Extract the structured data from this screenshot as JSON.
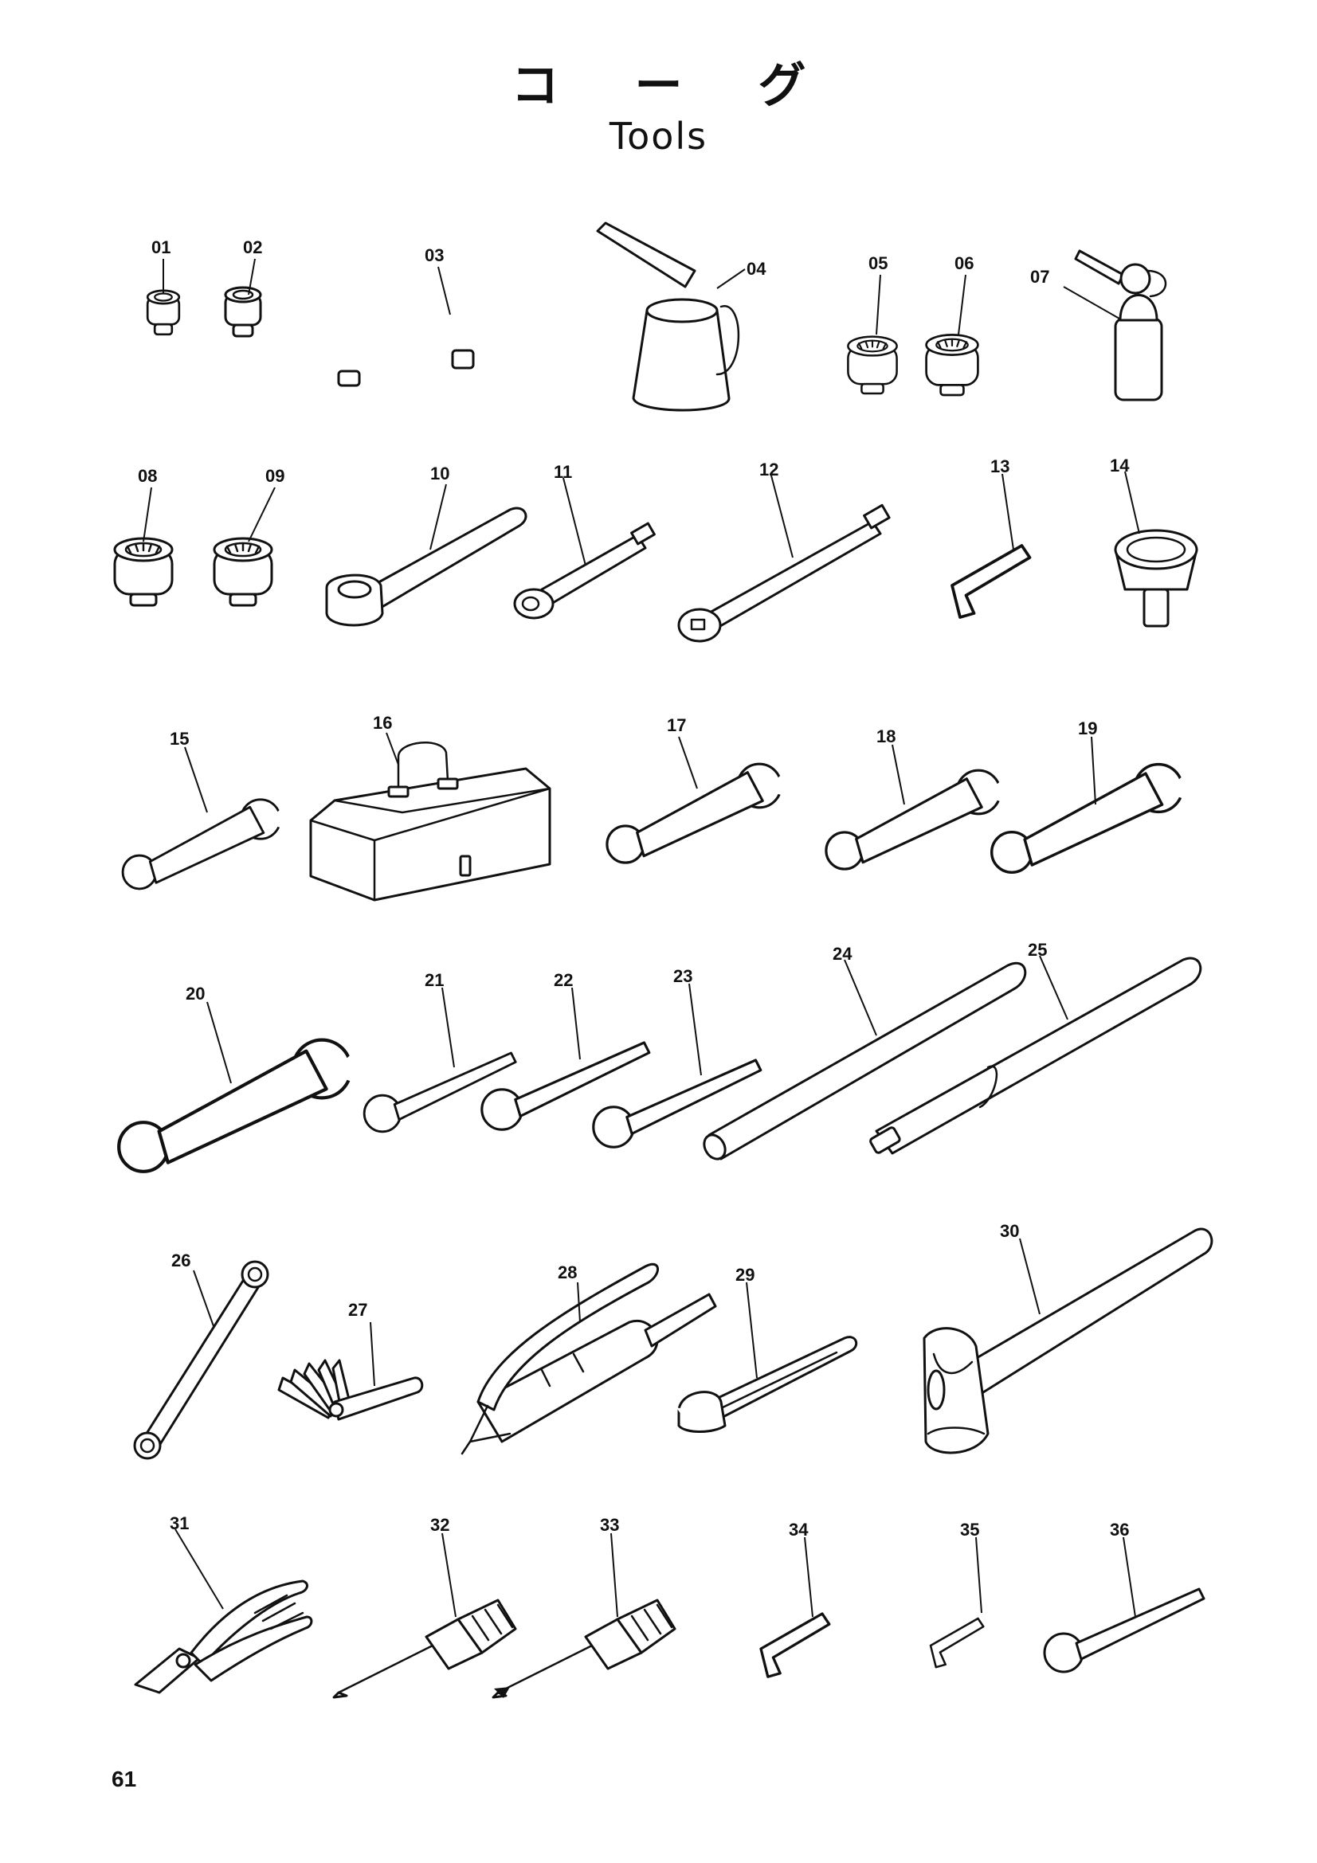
{
  "header": {
    "title_jp": "コーグ",
    "title_en": "Tools"
  },
  "page_number": "61",
  "items": [
    {
      "id": "01"
    },
    {
      "id": "02"
    },
    {
      "id": "03"
    },
    {
      "id": "04"
    },
    {
      "id": "05"
    },
    {
      "id": "06"
    },
    {
      "id": "07"
    },
    {
      "id": "08"
    },
    {
      "id": "09"
    },
    {
      "id": "10"
    },
    {
      "id": "11"
    },
    {
      "id": "12"
    },
    {
      "id": "13"
    },
    {
      "id": "14"
    },
    {
      "id": "15"
    },
    {
      "id": "16"
    },
    {
      "id": "17"
    },
    {
      "id": "18"
    },
    {
      "id": "19"
    },
    {
      "id": "20"
    },
    {
      "id": "21"
    },
    {
      "id": "22"
    },
    {
      "id": "23"
    },
    {
      "id": "24"
    },
    {
      "id": "25"
    },
    {
      "id": "26"
    },
    {
      "id": "27"
    },
    {
      "id": "28"
    },
    {
      "id": "29"
    },
    {
      "id": "30"
    },
    {
      "id": "31"
    },
    {
      "id": "32"
    },
    {
      "id": "33"
    },
    {
      "id": "34"
    },
    {
      "id": "35"
    },
    {
      "id": "36"
    }
  ]
}
